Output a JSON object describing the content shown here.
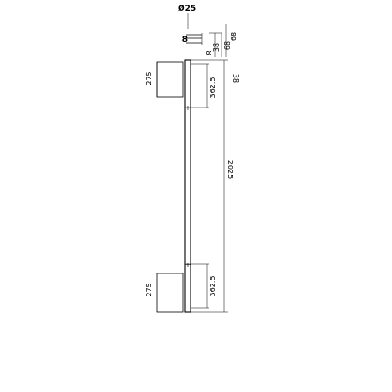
{
  "drawing": {
    "diameter_label": "Ø25",
    "dims": {
      "total_length": "2025",
      "mount_offset_top": "362.5",
      "mount_offset_bottom": "362.5",
      "plate_height_top": "275",
      "plate_height_bottom": "275",
      "projection_outer": "68",
      "projection_inner": "38",
      "standoff": "8",
      "plate_width_side": "8",
      "plate_depth_top": "89",
      "plate_depth_side": "38"
    }
  }
}
